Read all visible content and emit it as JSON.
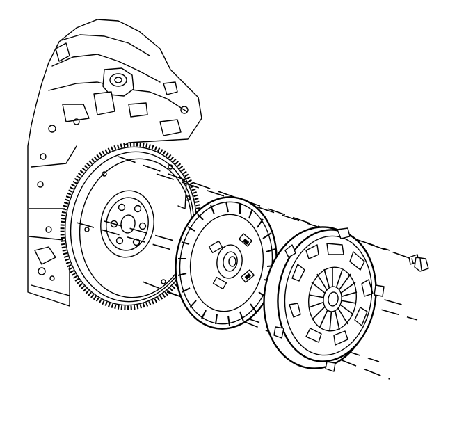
{
  "figure": {
    "kind": "exploded-view line illustration",
    "components": [
      {
        "id": "engine-block",
        "icon": "engine-block-icon"
      },
      {
        "id": "flywheel",
        "icon": "flywheel-icon"
      },
      {
        "id": "clutch-disc",
        "icon": "clutch-disc-icon"
      },
      {
        "id": "pressure-plate",
        "icon": "pressure-plate-icon"
      },
      {
        "id": "bolt",
        "icon": "bolt-icon"
      }
    ],
    "colors": {
      "ink": "#000000",
      "paper": "#ffffff"
    }
  }
}
